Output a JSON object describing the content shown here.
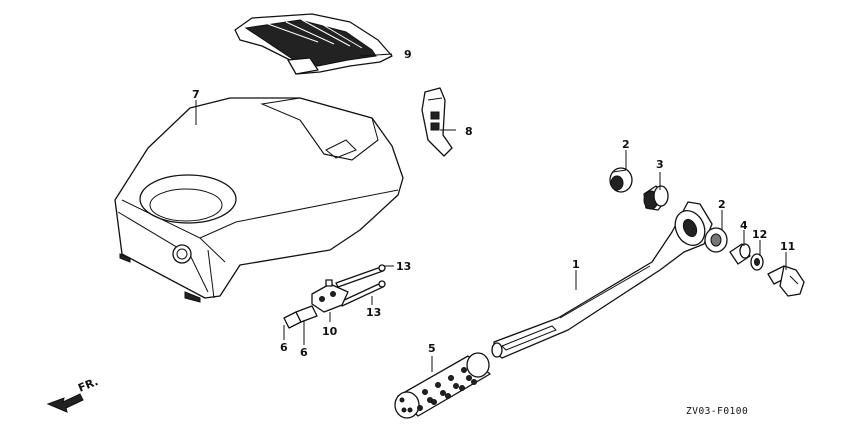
{
  "diagram": {
    "drawing_code": "ZV03-F0100",
    "front_marker": "FR.",
    "callouts": [
      {
        "key": "c1",
        "number": "1"
      },
      {
        "key": "c2a",
        "number": "2"
      },
      {
        "key": "c2b",
        "number": "2"
      },
      {
        "key": "c3",
        "number": "3"
      },
      {
        "key": "c4",
        "number": "4"
      },
      {
        "key": "c5",
        "number": "5"
      },
      {
        "key": "c6a",
        "number": "6"
      },
      {
        "key": "c6b",
        "number": "6"
      },
      {
        "key": "c7",
        "number": "7"
      },
      {
        "key": "c8",
        "number": "8"
      },
      {
        "key": "c9",
        "number": "9"
      },
      {
        "key": "c10",
        "number": "10"
      },
      {
        "key": "c11",
        "number": "11"
      },
      {
        "key": "c12",
        "number": "12"
      },
      {
        "key": "c13a",
        "number": "13"
      },
      {
        "key": "c13b",
        "number": "13"
      }
    ]
  }
}
